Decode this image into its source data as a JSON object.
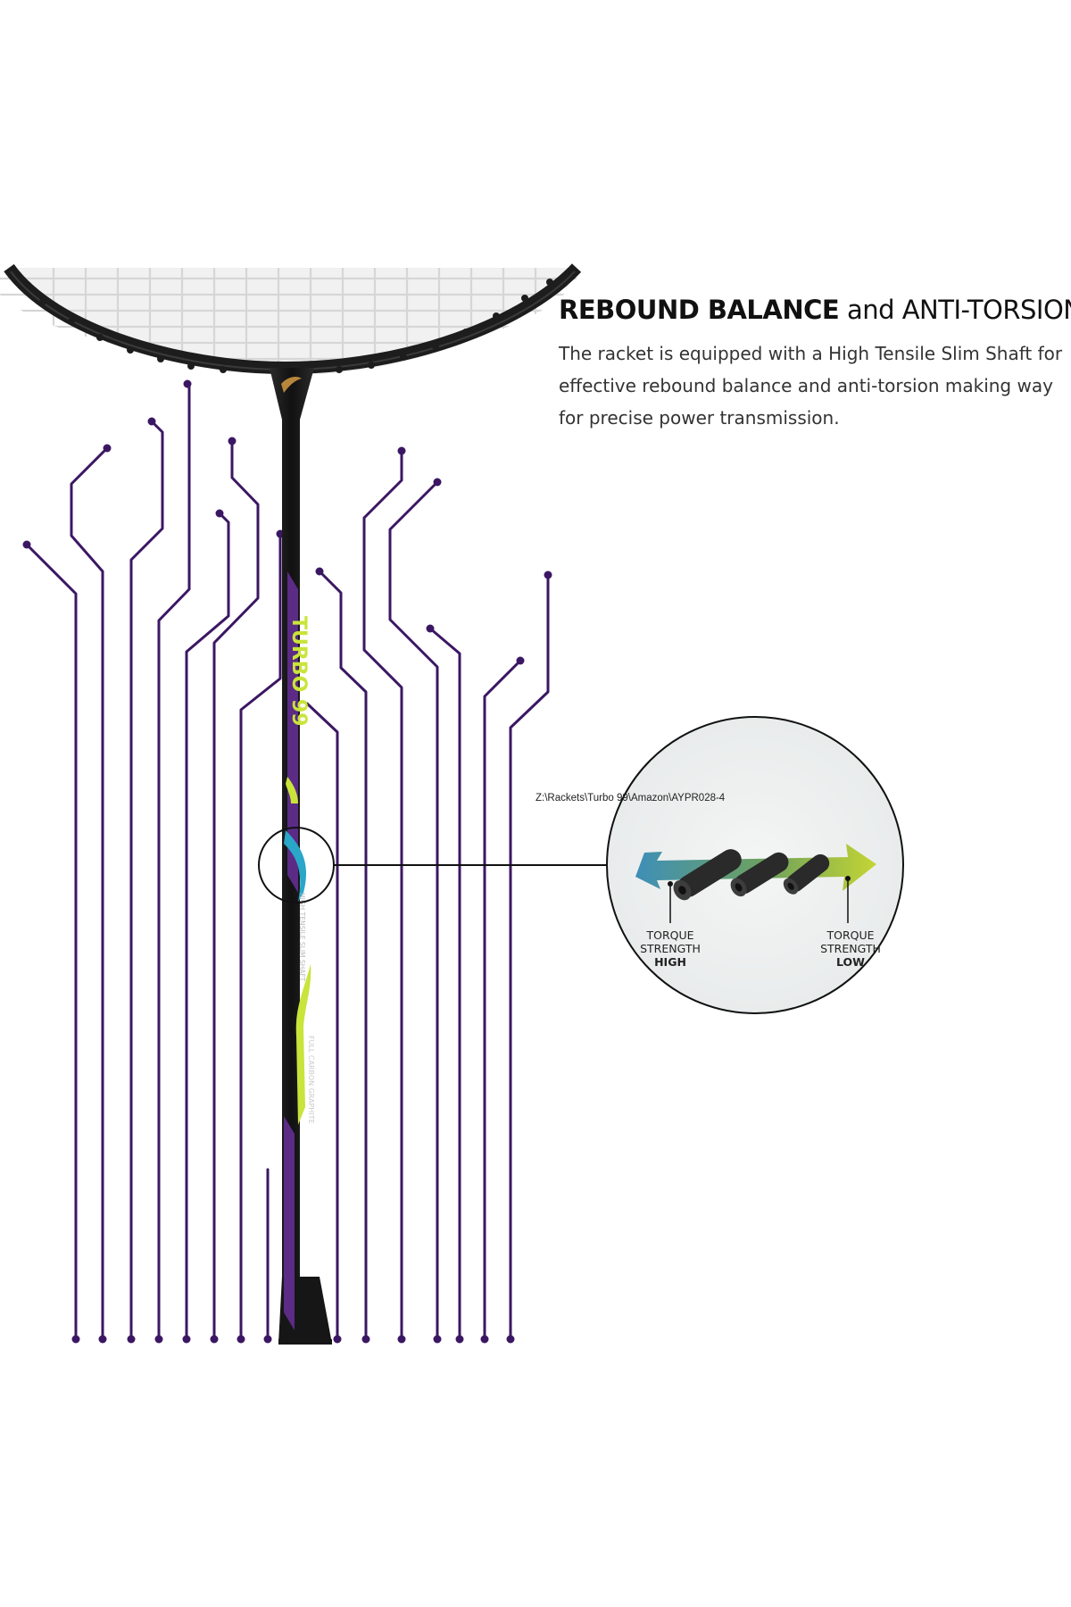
{
  "heading": {
    "bold": "REBOUND BALANCE",
    "light": "and ANTI-TORSION"
  },
  "description": "The racket is equipped with a High Tensile Slim Shaft for effective rebound balance and anti-torsion making way for precise power transmission.",
  "file_path": "Z:\\Rackets\\Turbo 99\\Amazon\\AYPR028-4",
  "torque_high": {
    "line1": "TORQUE",
    "line2": "STRENGTH",
    "level": "HIGH"
  },
  "torque_low": {
    "line1": "TORQUE",
    "line2": "STRENGTH",
    "level": "LOW"
  },
  "shaft_text": {
    "model": "TURBO 99",
    "shaft": "HIGH TENSILE SLIM SHAFT",
    "material": "FULL CARBON GRAPHITE"
  },
  "colors": {
    "circuit": "#3b1763",
    "frame": "#1c1c1c",
    "accent_yellow": "#c9e43a",
    "accent_teal": "#2aa6c9",
    "accent_purple": "#5b2b86",
    "logo_gold": "#b8863b"
  },
  "icons": [
    "racket-image",
    "torque-arrow-icon",
    "circuit-lines"
  ]
}
